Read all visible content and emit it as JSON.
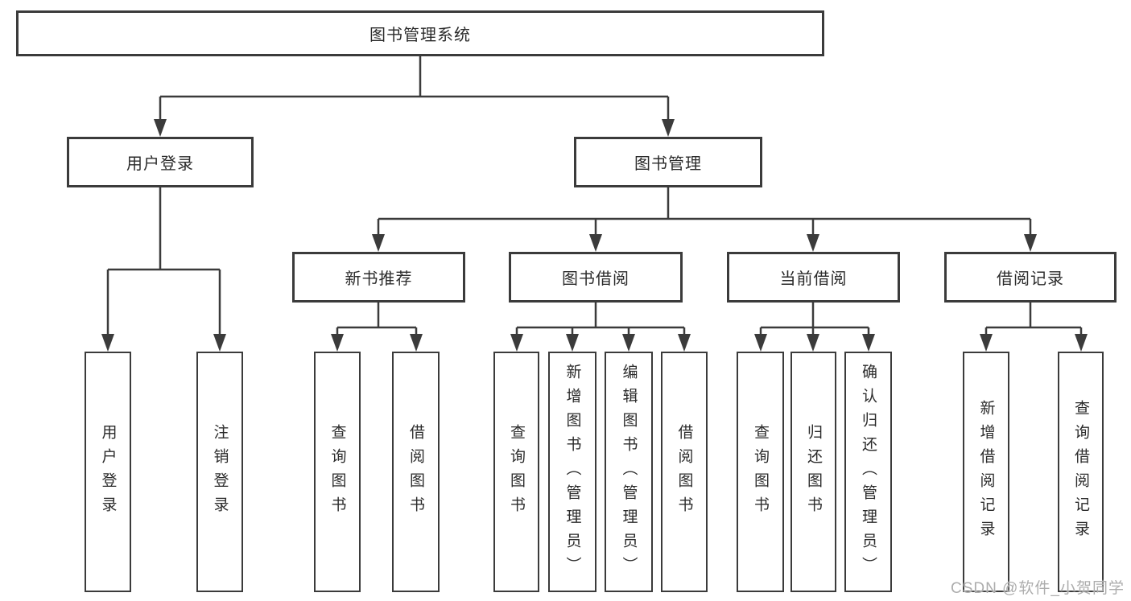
{
  "nodes": {
    "root": "图书管理系统",
    "login": "用户登录",
    "mgmt": "图书管理",
    "rec": "新书推荐",
    "borrow": "图书借阅",
    "current": "当前借阅",
    "records": "借阅记录",
    "login_user": "用户登录",
    "login_logout": "注销登录",
    "rec_query": "查询图书",
    "rec_borrow": "借阅图书",
    "borrow_query": "查询图书",
    "borrow_add": "新增图书（管理员）",
    "borrow_edit": "编辑图书（管理员）",
    "borrow_borrow": "借阅图书",
    "current_query": "查询图书",
    "current_return": "归还图书",
    "current_confirm": "确认归还（管理员）",
    "records_add": "新增借阅记录",
    "records_query": "查询借阅记录"
  },
  "watermark": "CSDN @软件_小贺同学",
  "colors": {
    "line": "#3b3b3b",
    "border": "#3b3b3b",
    "text": "#2b2b2b",
    "watermark": "#adadad",
    "background": "#ffffff"
  }
}
